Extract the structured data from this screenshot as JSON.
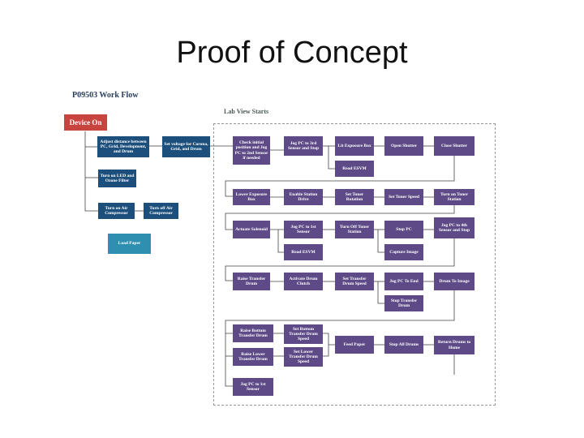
{
  "slide": {
    "title": "Proof of Concept"
  },
  "workflow": {
    "title": "P09503 Work Flow"
  },
  "labview": {
    "title": "Lab View Starts"
  },
  "boxes": {
    "device_on": "Device On",
    "adjust_distance": "Adjust distance between PC, Grid, Development, and Drum",
    "set_voltage": "Set voltage for Corona, Grid, and Drum",
    "turn_on_led": "Turn on LED and Ozone Filter",
    "turn_on_air": "Turn on Air Compressor",
    "turn_off_air": "Turn off Air Compressor",
    "load_paper": "Load Paper",
    "check_initial": "Check initial position and Jog PC to 2nd Sensor if needed",
    "jog_pc_3rd_sensor_stop": "Jog PC to 3rd Sensor and Stop",
    "lit_exposure": "Lit Exposure Box",
    "open_shutter": "Open Shutter",
    "close_shutter": "Close Shutter",
    "read_esvm_1": "Read ESVM",
    "lower_exposure": "Lower Exposure Box",
    "enable_station": "Enable Station Drive",
    "set_toner_rotation": "Set Toner Rotation",
    "set_toner_speed": "Set Toner Speed",
    "turn_on_toner": "Turn on Toner Station",
    "actuate_solenoid": "Actuate Solenoid",
    "jog_pc_1st_sensor_a": "Jog PC to 1st Sensor",
    "turn_off_toner": "Turn Off Toner Station",
    "stop_pc": "Stop PC",
    "jog_pc_4th": "Jog PC to 4th Sensor and Stop",
    "read_esvm_2": "Read ESVM",
    "capture_image": "Capture Image",
    "raise_transfer": "Raise Transfer Drum",
    "activate_drum": "Activate Drum Clutch",
    "set_transfer_speed": "Set Transfer Drum Speed",
    "jog_pc_end": "Jog PC To End",
    "drum_to_image": "Drum To Image",
    "stop_transfer": "Stop Transfer Drum",
    "raise_bottom": "Raise Bottom Transfer Drum",
    "set_bottom_speed": "Set Bottom Transfer Drum Speed",
    "feed_paper": "Feed Paper",
    "stop_all_drums": "Stop All Drums",
    "return_drums": "Return Drums to Home",
    "raise_lower": "Raise Lower Transfer Drum",
    "set_lower_speed": "Set Lower Transfer Drum Speed",
    "jog_pc_1st_sensor_b": "Jog PC to 1st Sensor"
  }
}
